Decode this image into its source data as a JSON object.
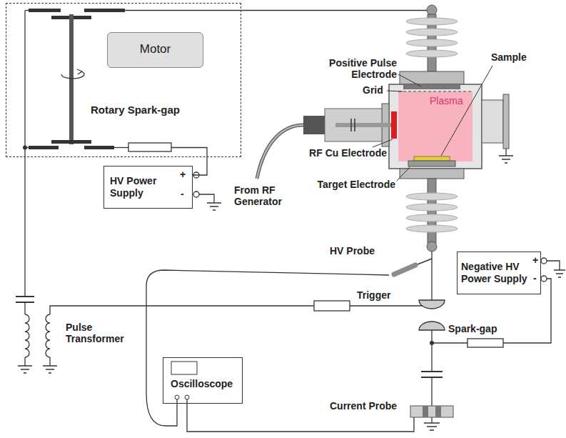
{
  "diagram": {
    "nodes": [
      {
        "text": [
          "Rotary Spark-gap"
        ]
      },
      {
        "text": [
          "Motor"
        ],
        "in": 0
      },
      {
        "text": [
          "HV Power Supply",
          "+",
          "-"
        ]
      },
      {
        "text": [
          "Negative HV Power Supply",
          "+",
          "-"
        ]
      },
      {
        "text": [
          "Oscilloscope"
        ]
      }
    ],
    "edges": [
      {
        "from": 2,
        "to": 0,
        "arrow": "none"
      }
    ],
    "labels": [
      "Positive Pulse Electrode",
      "Grid",
      "Sample",
      "Plasma",
      "RF Cu Electrode",
      "From RF Generator",
      "Target Electrode",
      "HV Probe",
      "Trigger",
      "Spark-gap",
      "Pulse Transformer",
      "Current Probe"
    ]
  }
}
